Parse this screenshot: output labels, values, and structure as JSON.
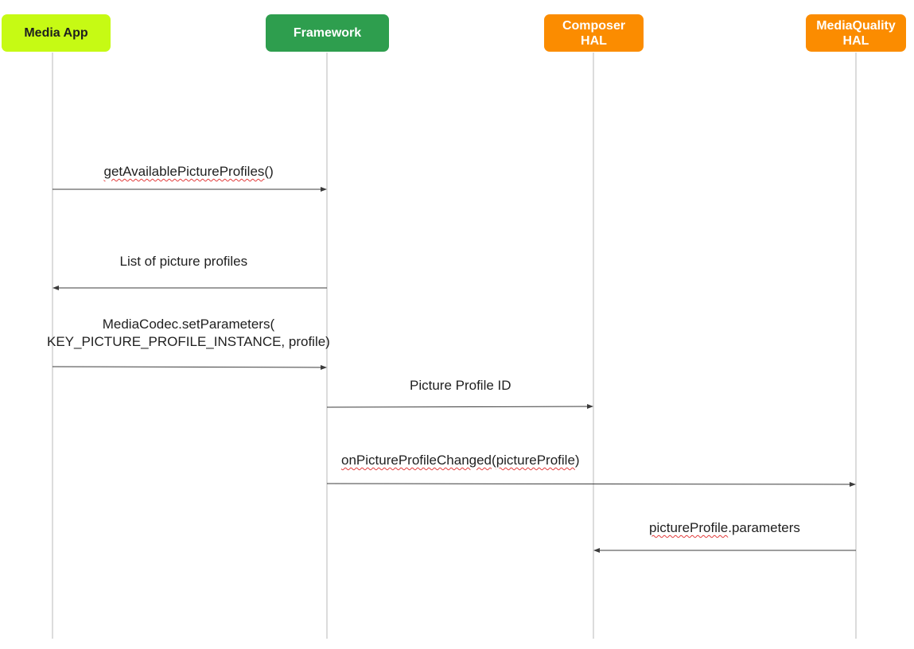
{
  "participants": [
    {
      "id": "media-app",
      "label": "Media App",
      "color": "#c6fa14",
      "text_color": "#1f1f1f"
    },
    {
      "id": "framework",
      "label": "Framework",
      "color": "#2e9e4e",
      "text_color": "#ffffff"
    },
    {
      "id": "composer",
      "label": "Composer\nHAL",
      "color": "#fb8c00",
      "text_color": "#ffffff"
    },
    {
      "id": "mediaquality",
      "label": "MediaQuality\nHAL",
      "color": "#fb8c00",
      "text_color": "#ffffff"
    }
  ],
  "messages": [
    {
      "label_parts": [
        {
          "text": "getAvailablePictureProfiles",
          "spell": true
        },
        {
          "text": "()",
          "spell": false
        }
      ],
      "from": "media-app",
      "to": "framework"
    },
    {
      "label_parts": [
        {
          "text": "List of picture profiles",
          "spell": false
        }
      ],
      "from": "framework",
      "to": "media-app"
    },
    {
      "label_parts": [
        {
          "text": "MediaCodec.setParameters(\nKEY_PICTURE_PROFILE_INSTANCE, profile)",
          "spell": false
        }
      ],
      "from": "media-app",
      "to": "framework"
    },
    {
      "label_parts": [
        {
          "text": "Picture Profile ID",
          "spell": false
        }
      ],
      "from": "framework",
      "to": "composer"
    },
    {
      "label_parts": [
        {
          "text": "onPictureProfileChanged",
          "spell": true
        },
        {
          "text": "(",
          "spell": false
        },
        {
          "text": "pictureProfile",
          "spell": true
        },
        {
          "text": ")",
          "spell": false
        }
      ],
      "from": "framework",
      "to": "mediaquality"
    },
    {
      "label_parts": [
        {
          "text": "pictureProfile",
          "spell": true
        },
        {
          "text": ".parameters",
          "spell": false
        }
      ],
      "from": "mediaquality",
      "to": "composer"
    }
  ],
  "colors": {
    "lifeline": "#b9b9b9",
    "arrow": "#3c3c3c",
    "spellcheck": "#e23b3b"
  }
}
